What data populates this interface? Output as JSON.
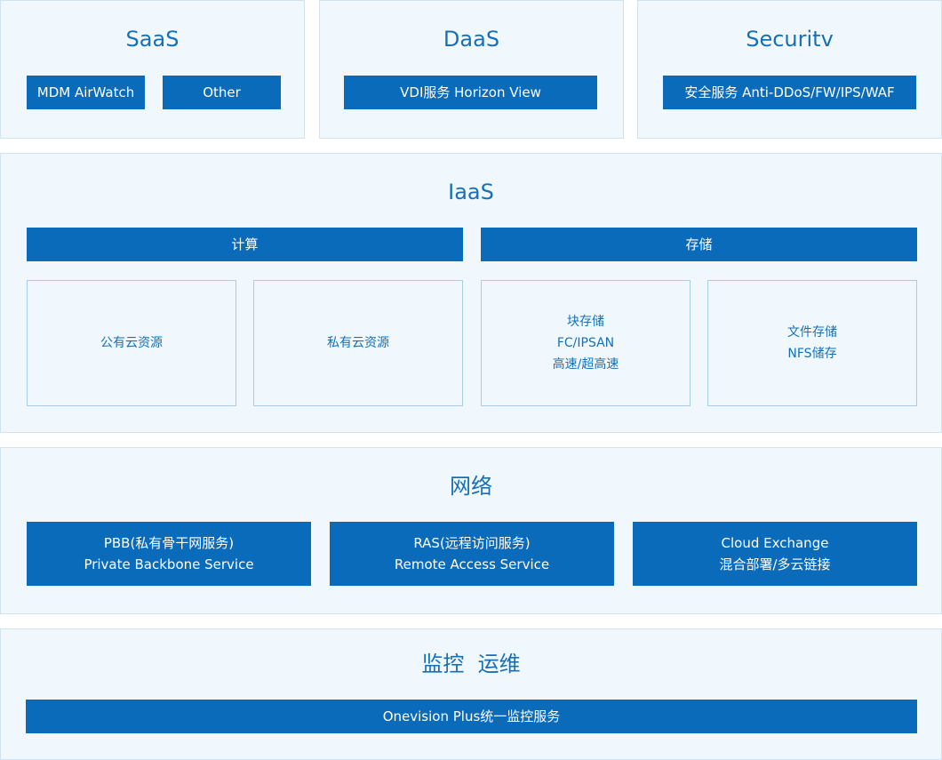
{
  "top": {
    "saas": {
      "title": "SaaS",
      "items": [
        "MDM AirWatch",
        "Other"
      ]
    },
    "daas": {
      "title": "DaaS",
      "items": [
        "VDI服务 Horizon View"
      ]
    },
    "security": {
      "title": "Securitv",
      "items": [
        "安全服务 Anti-DDoS/FW/IPS/WAF"
      ]
    }
  },
  "iaas": {
    "title": "IaaS",
    "compute": {
      "header": "计算",
      "boxes": [
        {
          "lines": [
            "公有云资源"
          ]
        },
        {
          "lines": [
            "私有云资源"
          ]
        }
      ]
    },
    "storage": {
      "header": "存储",
      "boxes": [
        {
          "lines": [
            "块存储",
            "FC/IPSAN",
            "高速/超高速"
          ]
        },
        {
          "lines": [
            "文件存储",
            "NFS储存"
          ]
        }
      ]
    }
  },
  "network": {
    "title": "网络",
    "services": [
      {
        "line1": "PBB(私有骨干网服务)",
        "line2": "Private Backbone Service"
      },
      {
        "line1": "RAS(远程访问服务)",
        "line2": "Remote Access Service"
      },
      {
        "line1": "Cloud Exchange",
        "line2": "混合部署/多云链接"
      }
    ]
  },
  "monitoring": {
    "title": "监控  运维",
    "service": "Onevision Plus统一监控服务"
  },
  "colors": {
    "accent": "#0b6bbb",
    "title_text": "#1670b8",
    "panel_bg": "#f1f8fd",
    "panel_border": "#cfe3f2"
  }
}
